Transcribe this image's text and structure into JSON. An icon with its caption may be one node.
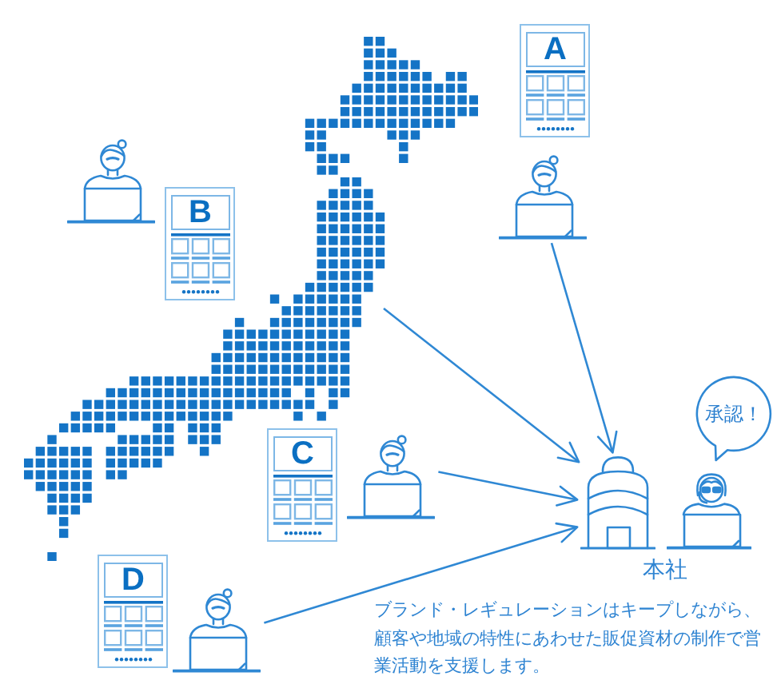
{
  "diagram": {
    "nodes": [
      {
        "text": [
          "A"
        ]
      },
      {
        "text": [],
        "shape": "person"
      },
      {
        "text": [],
        "shape": "person"
      },
      {
        "text": [
          "B"
        ]
      },
      {
        "text": [
          "C"
        ]
      },
      {
        "text": [],
        "shape": "person"
      },
      {
        "text": [
          "承認！"
        ]
      },
      {
        "text": [],
        "shape": "building"
      },
      {
        "text": [],
        "shape": "person"
      },
      {
        "text": [
          "D"
        ]
      },
      {
        "text": [],
        "shape": "person"
      }
    ],
    "edges": [
      {
        "from": 1,
        "to": 7,
        "arrow": "to"
      },
      {
        "from": null,
        "to": 7,
        "arrow": "to"
      },
      {
        "from": 5,
        "to": 7,
        "arrow": "to"
      },
      {
        "from": 10,
        "to": 7,
        "arrow": "to"
      }
    ],
    "labels": [
      "本社",
      "ブランド・レギュレーションはキープしながら、顧客や地域の特性にあわせた販促資材の制作で営業活動を支援します。"
    ]
  }
}
